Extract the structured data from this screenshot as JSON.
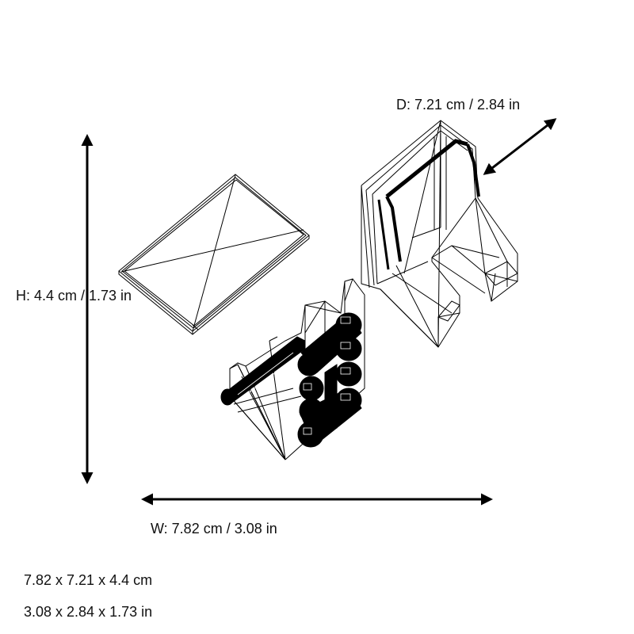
{
  "dimensions": {
    "depth": {
      "label": "D: 7.21 cm / 2.84 in",
      "cm": 7.21,
      "in": 2.84
    },
    "height": {
      "label": "H: 4.4 cm / 1.73 in",
      "cm": 4.4,
      "in": 1.73
    },
    "width": {
      "label": "W: 7.82 cm / 3.08 in",
      "cm": 7.82,
      "in": 3.08
    }
  },
  "summary": {
    "metric": "7.82 x 7.21 x 4.4 cm",
    "imperial": "3.08 x 2.84 x 1.73 in"
  },
  "render": {
    "style": "wireframe",
    "line_color": "#000000",
    "background": "#ffffff",
    "parts": [
      {
        "name": "flat-plate",
        "description": "rectangular tray/plate"
      },
      {
        "name": "cylinder-rack",
        "description": "block with rows of cylinders"
      },
      {
        "name": "bracket-stand",
        "description": "L-shaped bracket/stand"
      }
    ]
  }
}
